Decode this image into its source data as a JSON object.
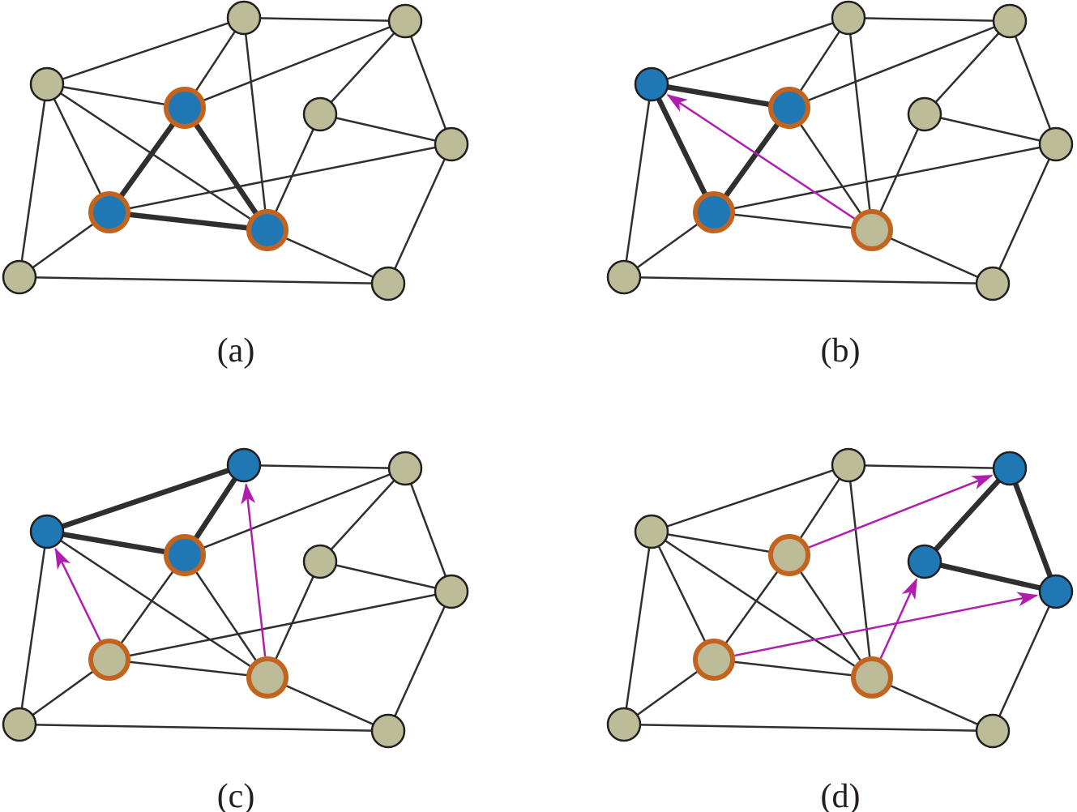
{
  "colors": {
    "background": "#ffffff",
    "edge": "#2f2f2f",
    "node_fill_default": "#bdbc98",
    "node_fill_active": "#1f78b4",
    "node_outline": "#231f20",
    "node_ring_highlight": "#c2641f",
    "arrow": "#b01eb0"
  },
  "panels": [
    {
      "label": "(a)",
      "nodes": [
        {
          "id": 1,
          "fill": "default",
          "ring": false
        },
        {
          "id": 2,
          "fill": "default",
          "ring": false
        },
        {
          "id": 3,
          "fill": "default",
          "ring": false
        },
        {
          "id": 4,
          "fill": "active",
          "ring": true
        },
        {
          "id": 5,
          "fill": "default",
          "ring": false
        },
        {
          "id": 6,
          "fill": "default",
          "ring": false
        },
        {
          "id": 7,
          "fill": "active",
          "ring": true
        },
        {
          "id": 8,
          "fill": "active",
          "ring": true
        },
        {
          "id": 9,
          "fill": "default",
          "ring": false
        },
        {
          "id": 10,
          "fill": "default",
          "ring": false
        }
      ],
      "edges": [
        [
          3,
          1,
          false
        ],
        [
          3,
          4,
          false
        ],
        [
          3,
          7,
          false
        ],
        [
          3,
          8,
          false
        ],
        [
          3,
          9,
          false
        ],
        [
          1,
          2,
          false
        ],
        [
          1,
          4,
          false
        ],
        [
          1,
          8,
          false
        ],
        [
          2,
          4,
          false
        ],
        [
          2,
          5,
          false
        ],
        [
          2,
          6,
          false
        ],
        [
          5,
          6,
          false
        ],
        [
          5,
          8,
          false
        ],
        [
          6,
          10,
          false
        ],
        [
          7,
          4,
          true
        ],
        [
          7,
          8,
          true
        ],
        [
          4,
          8,
          true
        ],
        [
          7,
          6,
          false
        ],
        [
          7,
          9,
          false
        ],
        [
          8,
          10,
          false
        ],
        [
          9,
          10,
          false
        ]
      ],
      "arrows": []
    },
    {
      "label": "(b)",
      "nodes": [
        {
          "id": 1,
          "fill": "default",
          "ring": false
        },
        {
          "id": 2,
          "fill": "default",
          "ring": false
        },
        {
          "id": 3,
          "fill": "active",
          "ring": false
        },
        {
          "id": 4,
          "fill": "active",
          "ring": true
        },
        {
          "id": 5,
          "fill": "default",
          "ring": false
        },
        {
          "id": 6,
          "fill": "default",
          "ring": false
        },
        {
          "id": 7,
          "fill": "active",
          "ring": true
        },
        {
          "id": 8,
          "fill": "default",
          "ring": true
        },
        {
          "id": 9,
          "fill": "default",
          "ring": false
        },
        {
          "id": 10,
          "fill": "default",
          "ring": false
        }
      ],
      "edges": [
        [
          3,
          1,
          false
        ],
        [
          3,
          4,
          true
        ],
        [
          3,
          7,
          true
        ],
        [
          3,
          9,
          false
        ],
        [
          1,
          2,
          false
        ],
        [
          1,
          4,
          false
        ],
        [
          1,
          8,
          false
        ],
        [
          2,
          4,
          false
        ],
        [
          2,
          5,
          false
        ],
        [
          2,
          6,
          false
        ],
        [
          5,
          6,
          false
        ],
        [
          5,
          8,
          false
        ],
        [
          6,
          10,
          false
        ],
        [
          7,
          4,
          true
        ],
        [
          7,
          8,
          false
        ],
        [
          4,
          8,
          false
        ],
        [
          7,
          6,
          false
        ],
        [
          7,
          9,
          false
        ],
        [
          8,
          10,
          false
        ],
        [
          9,
          10,
          false
        ]
      ],
      "arrows": [
        [
          8,
          3
        ]
      ]
    },
    {
      "label": "(c)",
      "nodes": [
        {
          "id": 1,
          "fill": "active",
          "ring": false
        },
        {
          "id": 2,
          "fill": "default",
          "ring": false
        },
        {
          "id": 3,
          "fill": "active",
          "ring": false
        },
        {
          "id": 4,
          "fill": "active",
          "ring": true
        },
        {
          "id": 5,
          "fill": "default",
          "ring": false
        },
        {
          "id": 6,
          "fill": "default",
          "ring": false
        },
        {
          "id": 7,
          "fill": "default",
          "ring": true
        },
        {
          "id": 8,
          "fill": "default",
          "ring": true
        },
        {
          "id": 9,
          "fill": "default",
          "ring": false
        },
        {
          "id": 10,
          "fill": "default",
          "ring": false
        }
      ],
      "edges": [
        [
          3,
          1,
          true
        ],
        [
          3,
          4,
          true
        ],
        [
          3,
          8,
          false
        ],
        [
          3,
          9,
          false
        ],
        [
          1,
          2,
          false
        ],
        [
          1,
          4,
          true
        ],
        [
          2,
          4,
          false
        ],
        [
          2,
          5,
          false
        ],
        [
          2,
          6,
          false
        ],
        [
          5,
          6,
          false
        ],
        [
          5,
          8,
          false
        ],
        [
          6,
          10,
          false
        ],
        [
          7,
          4,
          false
        ],
        [
          7,
          8,
          false
        ],
        [
          4,
          8,
          false
        ],
        [
          7,
          6,
          false
        ],
        [
          7,
          9,
          false
        ],
        [
          8,
          10,
          false
        ],
        [
          9,
          10,
          false
        ]
      ],
      "arrows": [
        [
          7,
          3
        ],
        [
          8,
          1
        ]
      ]
    },
    {
      "label": "(d)",
      "nodes": [
        {
          "id": 1,
          "fill": "default",
          "ring": false
        },
        {
          "id": 2,
          "fill": "active",
          "ring": false
        },
        {
          "id": 3,
          "fill": "default",
          "ring": false
        },
        {
          "id": 4,
          "fill": "default",
          "ring": true
        },
        {
          "id": 5,
          "fill": "active",
          "ring": false
        },
        {
          "id": 6,
          "fill": "active",
          "ring": false
        },
        {
          "id": 7,
          "fill": "default",
          "ring": true
        },
        {
          "id": 8,
          "fill": "default",
          "ring": true
        },
        {
          "id": 9,
          "fill": "default",
          "ring": false
        },
        {
          "id": 10,
          "fill": "default",
          "ring": false
        }
      ],
      "edges": [
        [
          3,
          1,
          false
        ],
        [
          3,
          4,
          false
        ],
        [
          3,
          7,
          false
        ],
        [
          3,
          8,
          false
        ],
        [
          3,
          9,
          false
        ],
        [
          1,
          2,
          false
        ],
        [
          1,
          4,
          false
        ],
        [
          1,
          8,
          false
        ],
        [
          2,
          5,
          true
        ],
        [
          2,
          6,
          true
        ],
        [
          5,
          6,
          true
        ],
        [
          6,
          10,
          false
        ],
        [
          7,
          4,
          false
        ],
        [
          7,
          8,
          false
        ],
        [
          4,
          8,
          false
        ],
        [
          7,
          9,
          false
        ],
        [
          8,
          10,
          false
        ],
        [
          9,
          10,
          false
        ]
      ],
      "arrows": [
        [
          4,
          2
        ],
        [
          7,
          6
        ],
        [
          8,
          5
        ]
      ]
    }
  ]
}
